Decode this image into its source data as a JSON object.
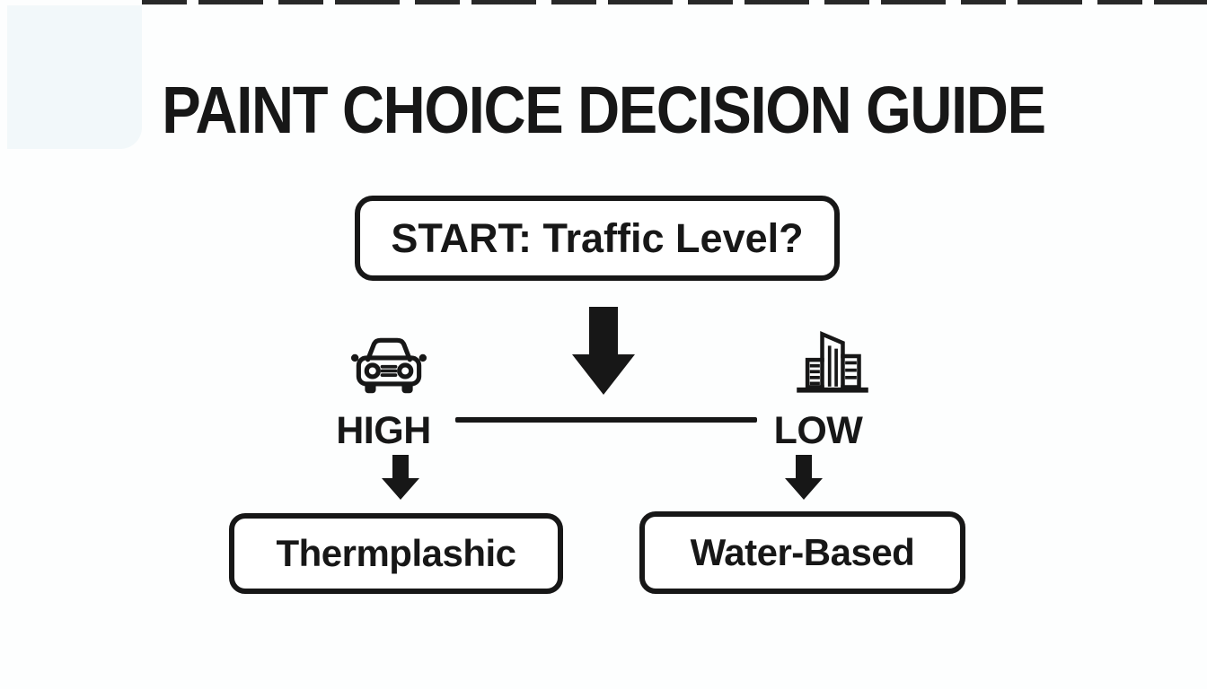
{
  "title": "PAINT CHOICE DECISION GUIDE",
  "flowchart": {
    "start": {
      "label": "START: Traffic Level?"
    },
    "branch_left": {
      "condition": "HIGH",
      "icon": "car-icon",
      "result": "Thermplashic"
    },
    "branch_right": {
      "condition": "LOW",
      "icon": "buildings-icon",
      "result": "Water-Based"
    },
    "flow_icon": "down-arrow-icon"
  },
  "colors": {
    "ink": "#171717",
    "background": "#fdfefe"
  }
}
